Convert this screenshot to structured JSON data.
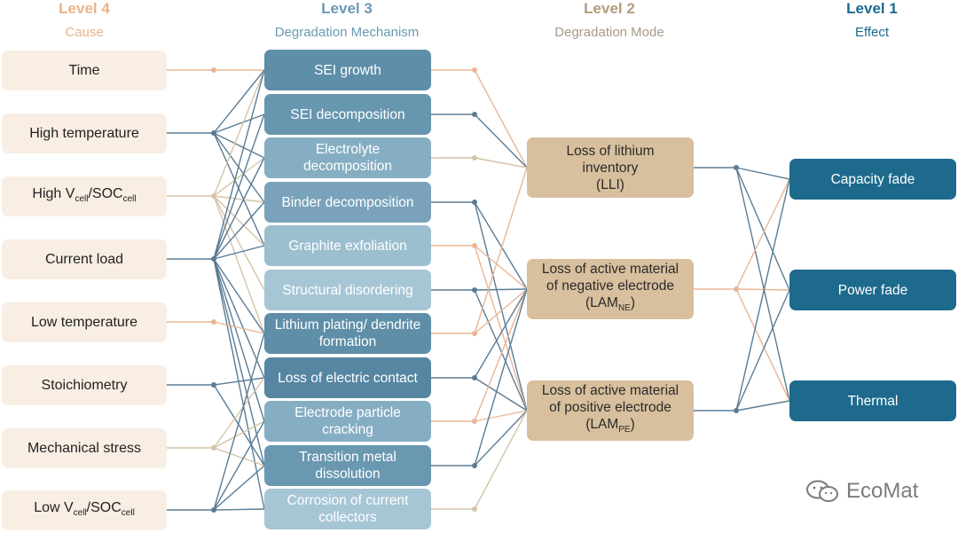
{
  "headers": [
    {
      "level": "Level 4",
      "subtitle": "Cause",
      "level_color": "#e8b48a",
      "sub_color": "#e8b48a"
    },
    {
      "level": "Level 3",
      "subtitle": "Degradation Mechanism",
      "level_color": "#6a9ab4",
      "sub_color": "#6a9ab4"
    },
    {
      "level": "Level 2",
      "subtitle": "Degradation Mode",
      "level_color": "#b39b7b",
      "sub_color": "#a89a88"
    },
    {
      "level": "Level 1",
      "subtitle": "Effect",
      "level_color": "#1d6a8d",
      "sub_color": "#1d6a8d"
    }
  ],
  "causes": [
    {
      "label": "Time"
    },
    {
      "label": "High temperature"
    },
    {
      "label": "High V",
      "sub1": "cell",
      "mid": "/SOC",
      "sub2": "cell"
    },
    {
      "label": "Current load"
    },
    {
      "label": "Low temperature"
    },
    {
      "label": "Stoichiometry"
    },
    {
      "label": "Mechanical stress"
    },
    {
      "label": "Low V",
      "sub1": "cell",
      "mid": "/SOC",
      "sub2": "cell"
    }
  ],
  "mechanisms": [
    {
      "label": "SEI growth",
      "color": "#5e8ea8"
    },
    {
      "label": "SEI decomposition",
      "color": "#6796af"
    },
    {
      "label": "Electrolyte decomposition",
      "color": "#86aec3"
    },
    {
      "label": "Binder decomposition",
      "color": "#7aa3bb"
    },
    {
      "label": "Graphite exfoliation",
      "color": "#9cbfd0"
    },
    {
      "label": "Structural disordering",
      "color": "#a7c6d5"
    },
    {
      "label": "Lithium plating/ dendrite formation",
      "color": "#5e8ea8"
    },
    {
      "label": "Loss of electric contact",
      "color": "#5786a2"
    },
    {
      "label": "Electrode particle cracking",
      "color": "#86aec3"
    },
    {
      "label": "Transition metal dissolution",
      "color": "#6a98b1"
    },
    {
      "label": "Corrosion of current collectors",
      "color": "#a7c6d5"
    }
  ],
  "modes": [
    {
      "line1": "Loss of lithium",
      "line2": "inventory",
      "line3": "(LLI)"
    },
    {
      "line1": "Loss of active material",
      "line2": "of negative electrode",
      "line3": "(LAM",
      "sub": "NE",
      "tail": ")"
    },
    {
      "line1": "Loss of active material",
      "line2": "of positive electrode",
      "line3": "(LAM",
      "sub": "PE",
      "tail": ")"
    }
  ],
  "effects": [
    {
      "label": "Capacity fade"
    },
    {
      "label": "Power fade"
    },
    {
      "label": "Thermal"
    }
  ],
  "watermark": "EcoMat",
  "colors": {
    "orange": "#eab595",
    "blue": "#5a7c95",
    "tan": "#d6c3a8"
  }
}
